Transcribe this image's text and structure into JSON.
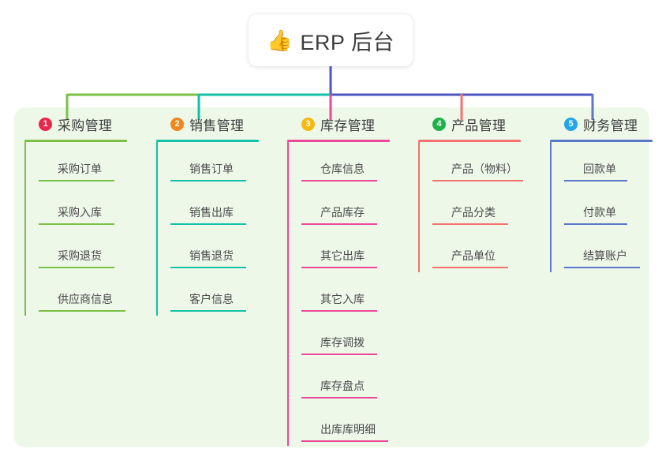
{
  "root": {
    "icon": "thumbs-up-icon",
    "emoji": "👍",
    "title": "ERP 后台"
  },
  "panel": {
    "background_color": "#eef8e9"
  },
  "connector_colors": {
    "root_drop": "#4c56c0",
    "segment_left": "#7cc046",
    "segment_mid": "#12c2a8",
    "segment_right": "#4c56c0"
  },
  "columns": [
    {
      "number": "1",
      "badge_color": "#e8284b",
      "line_color": "#7cc046",
      "title": "采购管理",
      "underline_width": 130,
      "items": [
        {
          "label": "采购订单",
          "width": 96
        },
        {
          "label": "采购入库",
          "width": 96
        },
        {
          "label": "采购退货",
          "width": 96
        },
        {
          "label": "供应商信息",
          "width": 110
        }
      ]
    },
    {
      "number": "2",
      "badge_color": "#f2861e",
      "line_color": "#12c2a8",
      "title": "销售管理",
      "underline_width": 130,
      "items": [
        {
          "label": "销售订单",
          "width": 96
        },
        {
          "label": "销售出库",
          "width": 96
        },
        {
          "label": "销售退货",
          "width": 96
        },
        {
          "label": "客户信息",
          "width": 96
        }
      ]
    },
    {
      "number": "3",
      "badge_color": "#f5b911",
      "line_color": "#ec4899",
      "title": "库存管理",
      "underline_width": 130,
      "items": [
        {
          "label": "仓库信息",
          "width": 96
        },
        {
          "label": "产品库存",
          "width": 96
        },
        {
          "label": "其它出库",
          "width": 96
        },
        {
          "label": "其它入库",
          "width": 96
        },
        {
          "label": "库存调拨",
          "width": 96
        },
        {
          "label": "库存盘点",
          "width": 96
        },
        {
          "label": "出库库明细",
          "width": 110
        }
      ]
    },
    {
      "number": "4",
      "badge_color": "#22b04a",
      "line_color": "#f4726f",
      "title": "产品管理",
      "underline_width": 130,
      "items": [
        {
          "label": "产品（物料）",
          "width": 115
        },
        {
          "label": "产品分类",
          "width": 96
        },
        {
          "label": "产品单位",
          "width": 96
        }
      ]
    },
    {
      "number": "5",
      "badge_color": "#23a6e8",
      "line_color": "#5a77c9",
      "title": "财务管理",
      "underline_width": 130,
      "items": [
        {
          "label": "回款单",
          "width": 80
        },
        {
          "label": "付款单",
          "width": 80
        },
        {
          "label": "结算账户",
          "width": 96
        }
      ]
    }
  ]
}
